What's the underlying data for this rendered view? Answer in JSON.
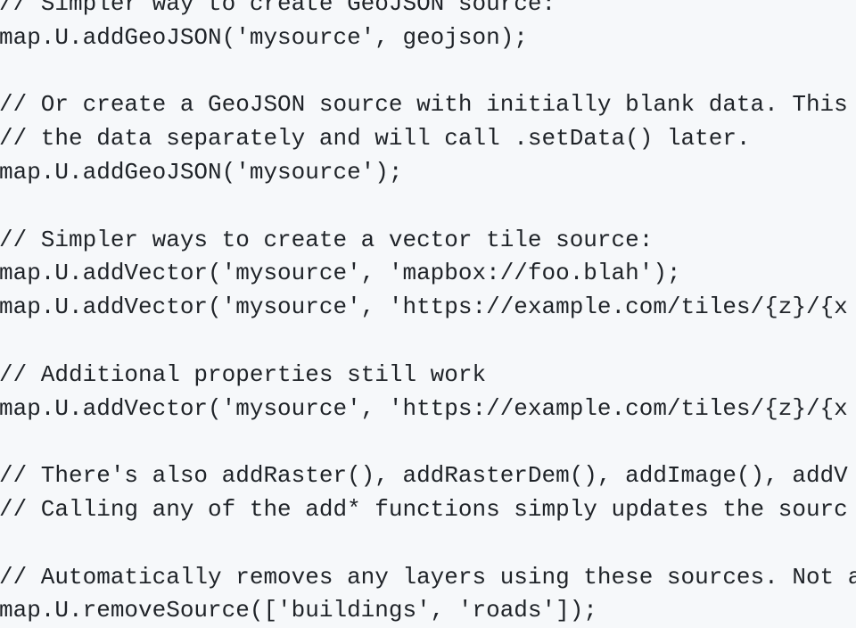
{
  "code_lines": [
    "// Simpler way to create GeoJSON source:",
    "map.U.addGeoJSON('mysource', geojson);",
    "",
    "// Or create a GeoJSON source with initially blank data. This",
    "// the data separately and will call .setData() later.",
    "map.U.addGeoJSON('mysource');",
    "",
    "// Simpler ways to create a vector tile source:",
    "map.U.addVector('mysource', 'mapbox://foo.blah');",
    "map.U.addVector('mysource', 'https://example.com/tiles/{z}/{x",
    "",
    "// Additional properties still work",
    "map.U.addVector('mysource', 'https://example.com/tiles/{z}/{x",
    "",
    "// There's also addRaster(), addRasterDem(), addImage(), addV",
    "// Calling any of the add* functions simply updates the sourc",
    "",
    "// Automatically removes any layers using these sources. Not a",
    "map.U.removeSource(['buildings', 'roads']);"
  ]
}
